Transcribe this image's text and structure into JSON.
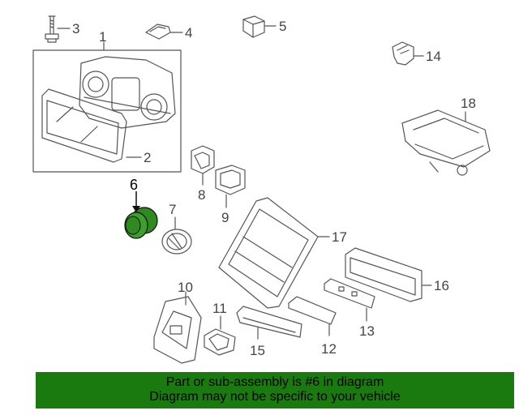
{
  "diagram": {
    "callouts": [
      {
        "id": "1",
        "label": "1"
      },
      {
        "id": "2",
        "label": "2"
      },
      {
        "id": "3",
        "label": "3"
      },
      {
        "id": "4",
        "label": "4"
      },
      {
        "id": "5",
        "label": "5"
      },
      {
        "id": "6",
        "label": "6"
      },
      {
        "id": "7",
        "label": "7"
      },
      {
        "id": "8",
        "label": "8"
      },
      {
        "id": "9",
        "label": "9"
      },
      {
        "id": "10",
        "label": "10"
      },
      {
        "id": "11",
        "label": "11"
      },
      {
        "id": "12",
        "label": "12"
      },
      {
        "id": "13",
        "label": "13"
      },
      {
        "id": "14",
        "label": "14"
      },
      {
        "id": "15",
        "label": "15"
      },
      {
        "id": "16",
        "label": "16"
      },
      {
        "id": "17",
        "label": "17"
      },
      {
        "id": "18",
        "label": "18"
      }
    ],
    "highlighted_part": "6",
    "highlight_color": "#2f8a22",
    "line_color": "#555555"
  },
  "banner": {
    "line1": "Part or sub-assembly is #6 in diagram",
    "line2": "Diagram may not be specific to your vehicle",
    "background": "#1b7a0f"
  }
}
